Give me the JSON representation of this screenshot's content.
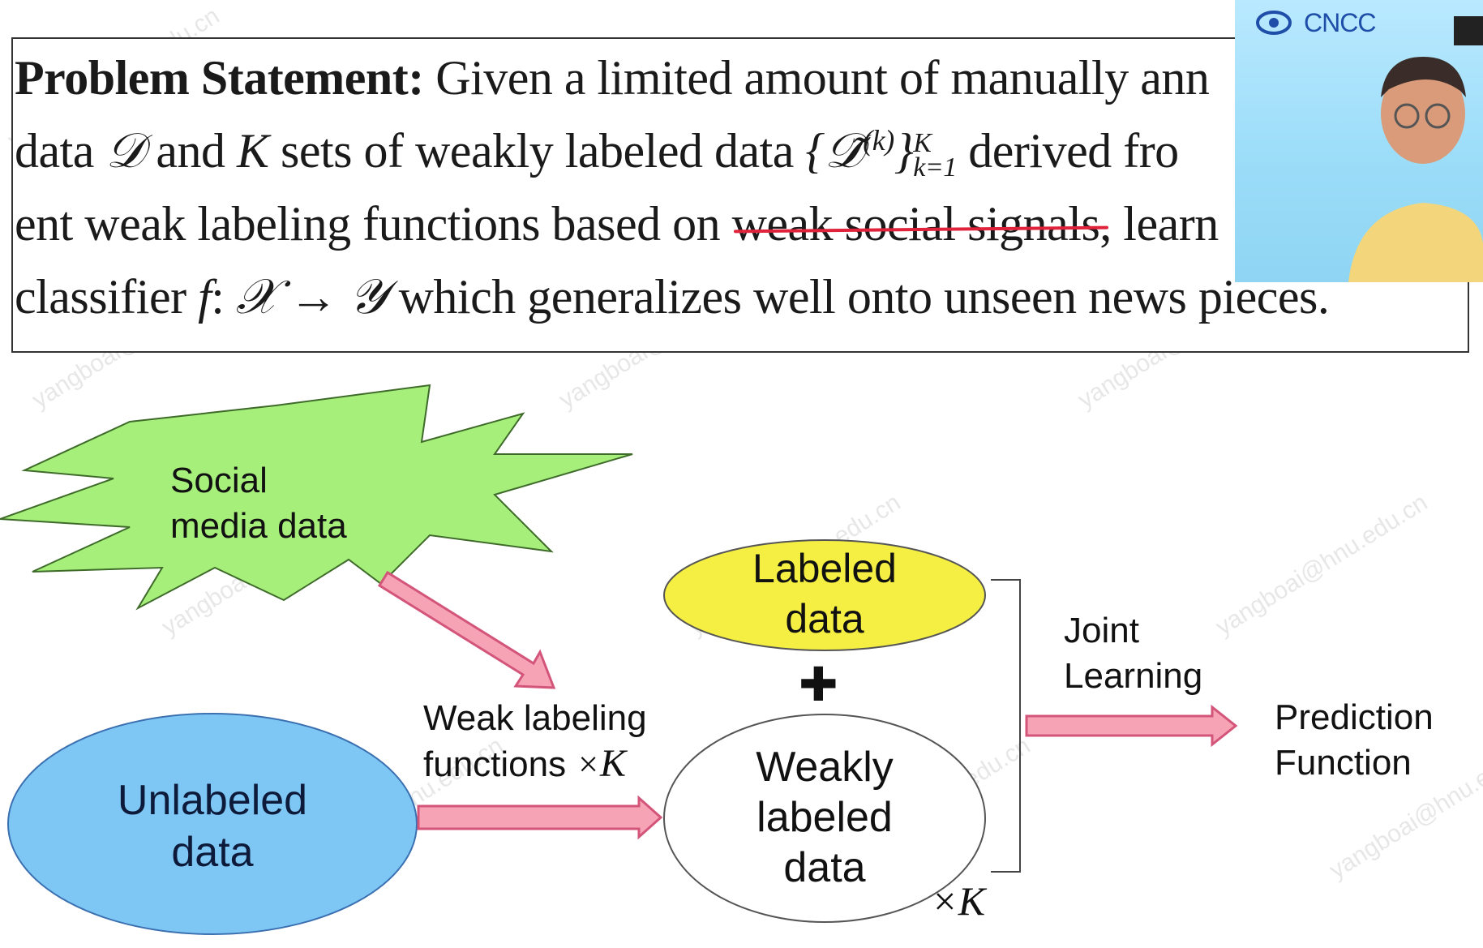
{
  "problem": {
    "heading": "Problem Statement:",
    "line1_text": "Given a limited amount of manually ann",
    "line2": {
      "word_data": "data",
      "sym_D": "𝒟",
      "and": "and",
      "sym_K": "K",
      "mid": "sets of weakly labeled data",
      "set_expr": "{𝒟̃",
      "superscript": "(k)",
      "close": "}",
      "sup_K": "K",
      "sub": "k=1",
      "tail": "derived fro"
    },
    "line3": {
      "start": "ent weak labeling functions based on",
      "underlined": "weak social signals,",
      "end": "learn"
    },
    "line4": {
      "start": "classifier",
      "f": "f",
      "colon": ":",
      "X": "𝒳",
      "arrow": "→",
      "Y": "𝒴",
      "end": "which generalizes well onto unseen news pieces."
    }
  },
  "overlay": {
    "brand": "CNCC"
  },
  "diagram": {
    "social_line1": "Social",
    "social_line2": "media data",
    "labeled_line1": "Labeled",
    "labeled_line2": "data",
    "plus": "✚",
    "weakly_line1": "Weakly",
    "weakly_line2": "labeled",
    "weakly_line3": "data",
    "unlabeled_line1": "Unlabeled",
    "unlabeled_line2": "data",
    "weak_fn_line1": "Weak labeling",
    "weak_fn_line2": "functions",
    "times": "×",
    "K": "K",
    "joint_line1": "Joint",
    "joint_line2": "Learning",
    "prediction_line1": "Prediction",
    "prediction_line2": "Function"
  },
  "watermark": "yangboai@hnu.edu.cn",
  "colors": {
    "underline": "#e0223b",
    "starburst": "#a7ef7b",
    "labeled_fill": "#f4ef42",
    "unlabeled_fill": "#7ec7f5",
    "arrow_fill": "#f6a3b6",
    "arrow_stroke": "#d4557a"
  }
}
